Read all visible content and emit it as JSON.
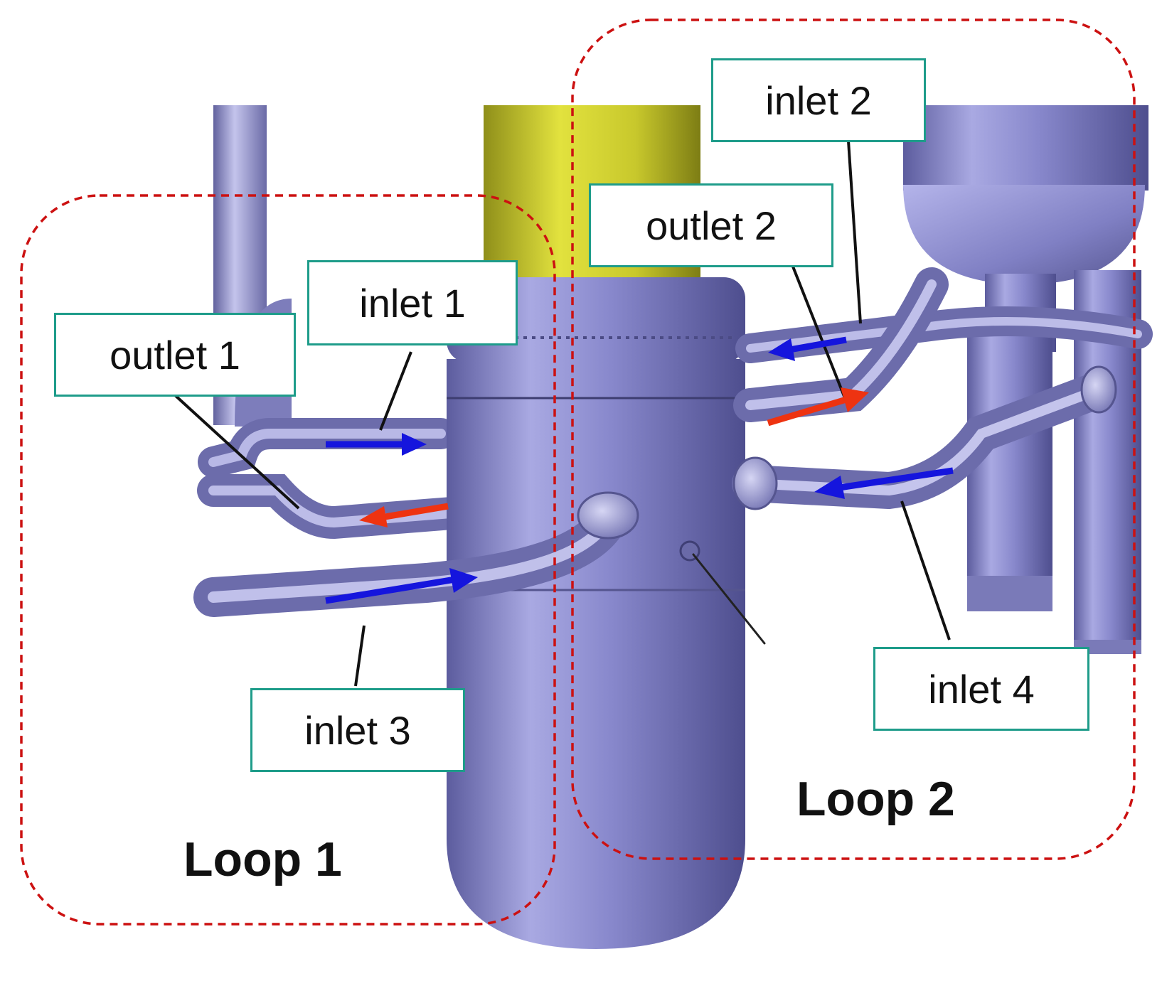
{
  "colors": {
    "loop_boundary": "#cc1111",
    "label_border": "#1e9c8a",
    "inflow_arrow": "#1515dd",
    "outflow_arrow": "#ee3311",
    "vessel": "#8f8fce",
    "fuel_column": "#c9c92a"
  },
  "labels": {
    "outlet1": "outlet 1",
    "inlet1": "inlet 1",
    "outlet2": "outlet 2",
    "inlet2": "inlet 2",
    "inlet3": "inlet 3",
    "inlet4": "inlet 4"
  },
  "loops": {
    "loop1": "Loop 1",
    "loop2": "Loop 2"
  }
}
